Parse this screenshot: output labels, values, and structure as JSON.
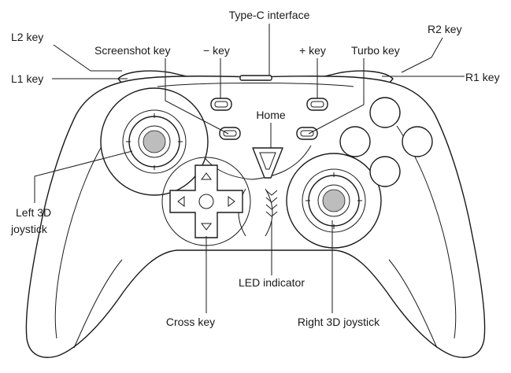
{
  "labels": {
    "type_c": "Type-C interface",
    "l2": "L2 key",
    "r2": "R2 key",
    "screenshot": "Screenshot key",
    "minus": "− key",
    "plus": "+ key",
    "turbo": "Turbo key",
    "l1": "L1 key",
    "r1": "R1 key",
    "home": "Home",
    "left_joystick_line1": "Left 3D",
    "left_joystick_line2": "joystick",
    "led": "LED indicator",
    "cross": "Cross key",
    "right_joystick": "Right 3D joystick"
  }
}
